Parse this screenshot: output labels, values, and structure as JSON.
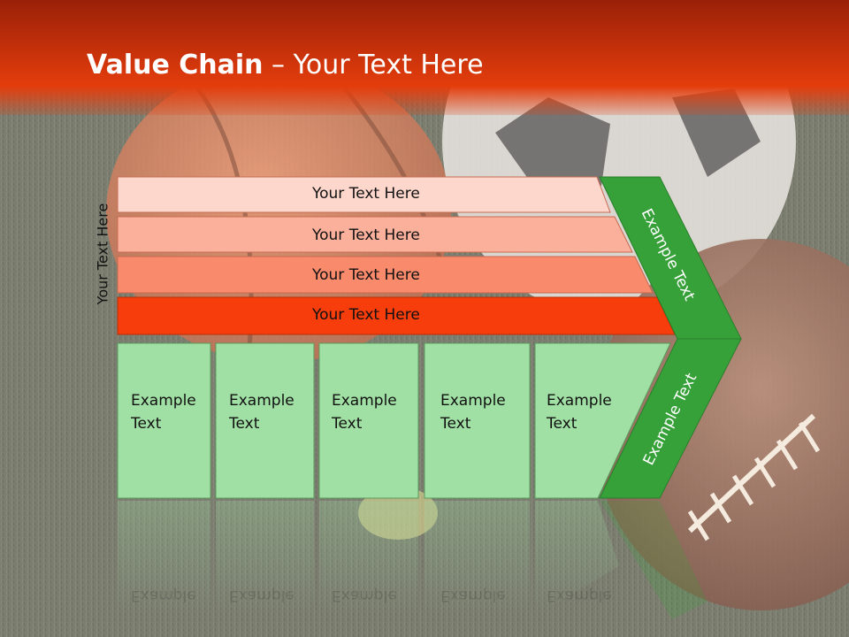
{
  "slide": {
    "title_bold": "Value Chain",
    "title_rest": " – Your Text Here"
  },
  "side_label": "Your Text Here",
  "layers": [
    {
      "label": "Your Text Here",
      "color": "#fdd7cc"
    },
    {
      "label": "Your Text Here",
      "color": "#fbb09c"
    },
    {
      "label": "Your Text Here",
      "color": "#f98a6b"
    },
    {
      "label": "Your Text Here",
      "color": "#f83d0c"
    }
  ],
  "arrow_upper_label": "Example Text",
  "arrow_lower_label": "Example Text",
  "boxes": [
    {
      "label": "Example\nText"
    },
    {
      "label": "Example\nText"
    },
    {
      "label": "Example\nText"
    },
    {
      "label": "Example\nText"
    },
    {
      "label": "Example\nText"
    }
  ],
  "colors": {
    "header": "#e03a0c",
    "box_fill": "#a1e0a4",
    "arrow_fill": "#36a138",
    "grass": "#5c5f4f"
  }
}
